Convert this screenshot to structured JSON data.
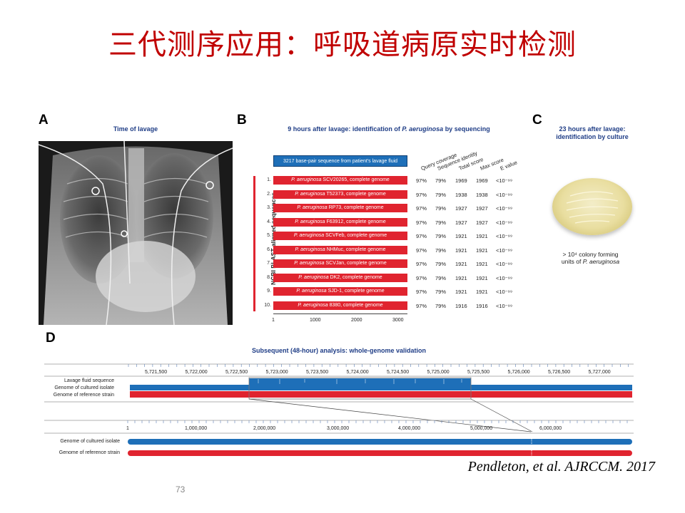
{
  "slide": {
    "title": "三代测序应用：呼吸道病原实时检测",
    "citation": "Pendleton, et al. AJRCCM. 2017",
    "page_number": "73"
  },
  "panelA": {
    "label": "A",
    "caption": "Time of lavage"
  },
  "panelB": {
    "label": "B",
    "caption_prefix": "9 hours after lavage: identification of ",
    "caption_species": "P. aeruginosa",
    "caption_suffix": " by sequencing",
    "query_box": "3217 base-pair sequence from patient's lavage fluid",
    "y_axis_label": "NCBI BLAST-aligned sequences",
    "columns": [
      "Query coverage",
      "Sequence identity",
      "Total score",
      "Max score",
      "E value"
    ],
    "rows": [
      {
        "n": "1.",
        "species": "P. aeruginosa",
        "strain": "SCV20265, complete genome",
        "qc": "97%",
        "id": "79%",
        "ts": "1969",
        "ms": "1969",
        "ev": "<10⁻⁹⁹"
      },
      {
        "n": "2.",
        "species": "P. aeruginosa",
        "strain": "T52373, complete genome",
        "qc": "97%",
        "id": "79%",
        "ts": "1938",
        "ms": "1938",
        "ev": "<10⁻⁹⁹"
      },
      {
        "n": "3.",
        "species": "P. aeruginosa",
        "strain": "RP73, complete genome",
        "qc": "97%",
        "id": "79%",
        "ts": "1927",
        "ms": "1927",
        "ev": "<10⁻⁹⁹"
      },
      {
        "n": "4.",
        "species": "P. aeruginosa",
        "strain": "F63912, complete genome",
        "qc": "97%",
        "id": "79%",
        "ts": "1927",
        "ms": "1927",
        "ev": "<10⁻⁹⁹"
      },
      {
        "n": "5.",
        "species": "P. aeruginosa",
        "strain": "SCVFeb, complete genome",
        "qc": "97%",
        "id": "79%",
        "ts": "1921",
        "ms": "1921",
        "ev": "<10⁻⁹⁹"
      },
      {
        "n": "6.",
        "species": "P. aeruginosa",
        "strain": "NHMuc, complete genome",
        "qc": "97%",
        "id": "79%",
        "ts": "1921",
        "ms": "1921",
        "ev": "<10⁻⁹⁹"
      },
      {
        "n": "7.",
        "species": "P. aeruginosa",
        "strain": "SCVJan, complete genome",
        "qc": "97%",
        "id": "79%",
        "ts": "1921",
        "ms": "1921",
        "ev": "<10⁻⁹⁹"
      },
      {
        "n": "8.",
        "species": "P. aeruginosa",
        "strain": "DK2, complete genome",
        "qc": "97%",
        "id": "79%",
        "ts": "1921",
        "ms": "1921",
        "ev": "<10⁻⁹⁹"
      },
      {
        "n": "9.",
        "species": "P. aeruginosa",
        "strain": "SJD-1, complete genome",
        "qc": "97%",
        "id": "79%",
        "ts": "1921",
        "ms": "1921",
        "ev": "<10⁻⁹⁹"
      },
      {
        "n": "10.",
        "species": "P. aeruginosa",
        "strain": "8380, complete genome",
        "qc": "97%",
        "id": "79%",
        "ts": "1916",
        "ms": "1916",
        "ev": "<10⁻⁹⁹"
      }
    ],
    "x_ticks": [
      "1",
      "1000",
      "2000",
      "3000"
    ]
  },
  "panelC": {
    "label": "C",
    "caption_line1": "23 hours after lavage:",
    "caption_line2": "identification by culture",
    "result_line1": "> 10⁴ colony forming",
    "result_line2_prefix": "units of ",
    "result_line2_species": "P. aeruginosa"
  },
  "panelD": {
    "label": "D",
    "caption": "Subsequent (48-hour) analysis: whole-genome validation",
    "top_ticks": [
      "5,721,500",
      "5,722,000",
      "5,722,500",
      "5,723,000",
      "5,723,500",
      "5,724,000",
      "5,724,500",
      "5,725,000",
      "5,725,500",
      "5,726,000",
      "5,726,500",
      "5,727,000"
    ],
    "top_tracks": [
      "Lavage fluid sequence",
      "Genome of cultured isolate",
      "Genome of reference strain"
    ],
    "bottom_ticks": [
      "1",
      "1,000,000",
      "2,000,000",
      "3,000,000",
      "4,000,000",
      "5,000,000",
      "6,000,000"
    ],
    "bottom_tracks": [
      "Genome of cultured isolate",
      "Genome of reference strain"
    ]
  },
  "colors": {
    "title": "#c00000",
    "caption_blue": "#1f3d86",
    "track_blue": "#1e6fb8",
    "track_red": "#e0242f"
  }
}
